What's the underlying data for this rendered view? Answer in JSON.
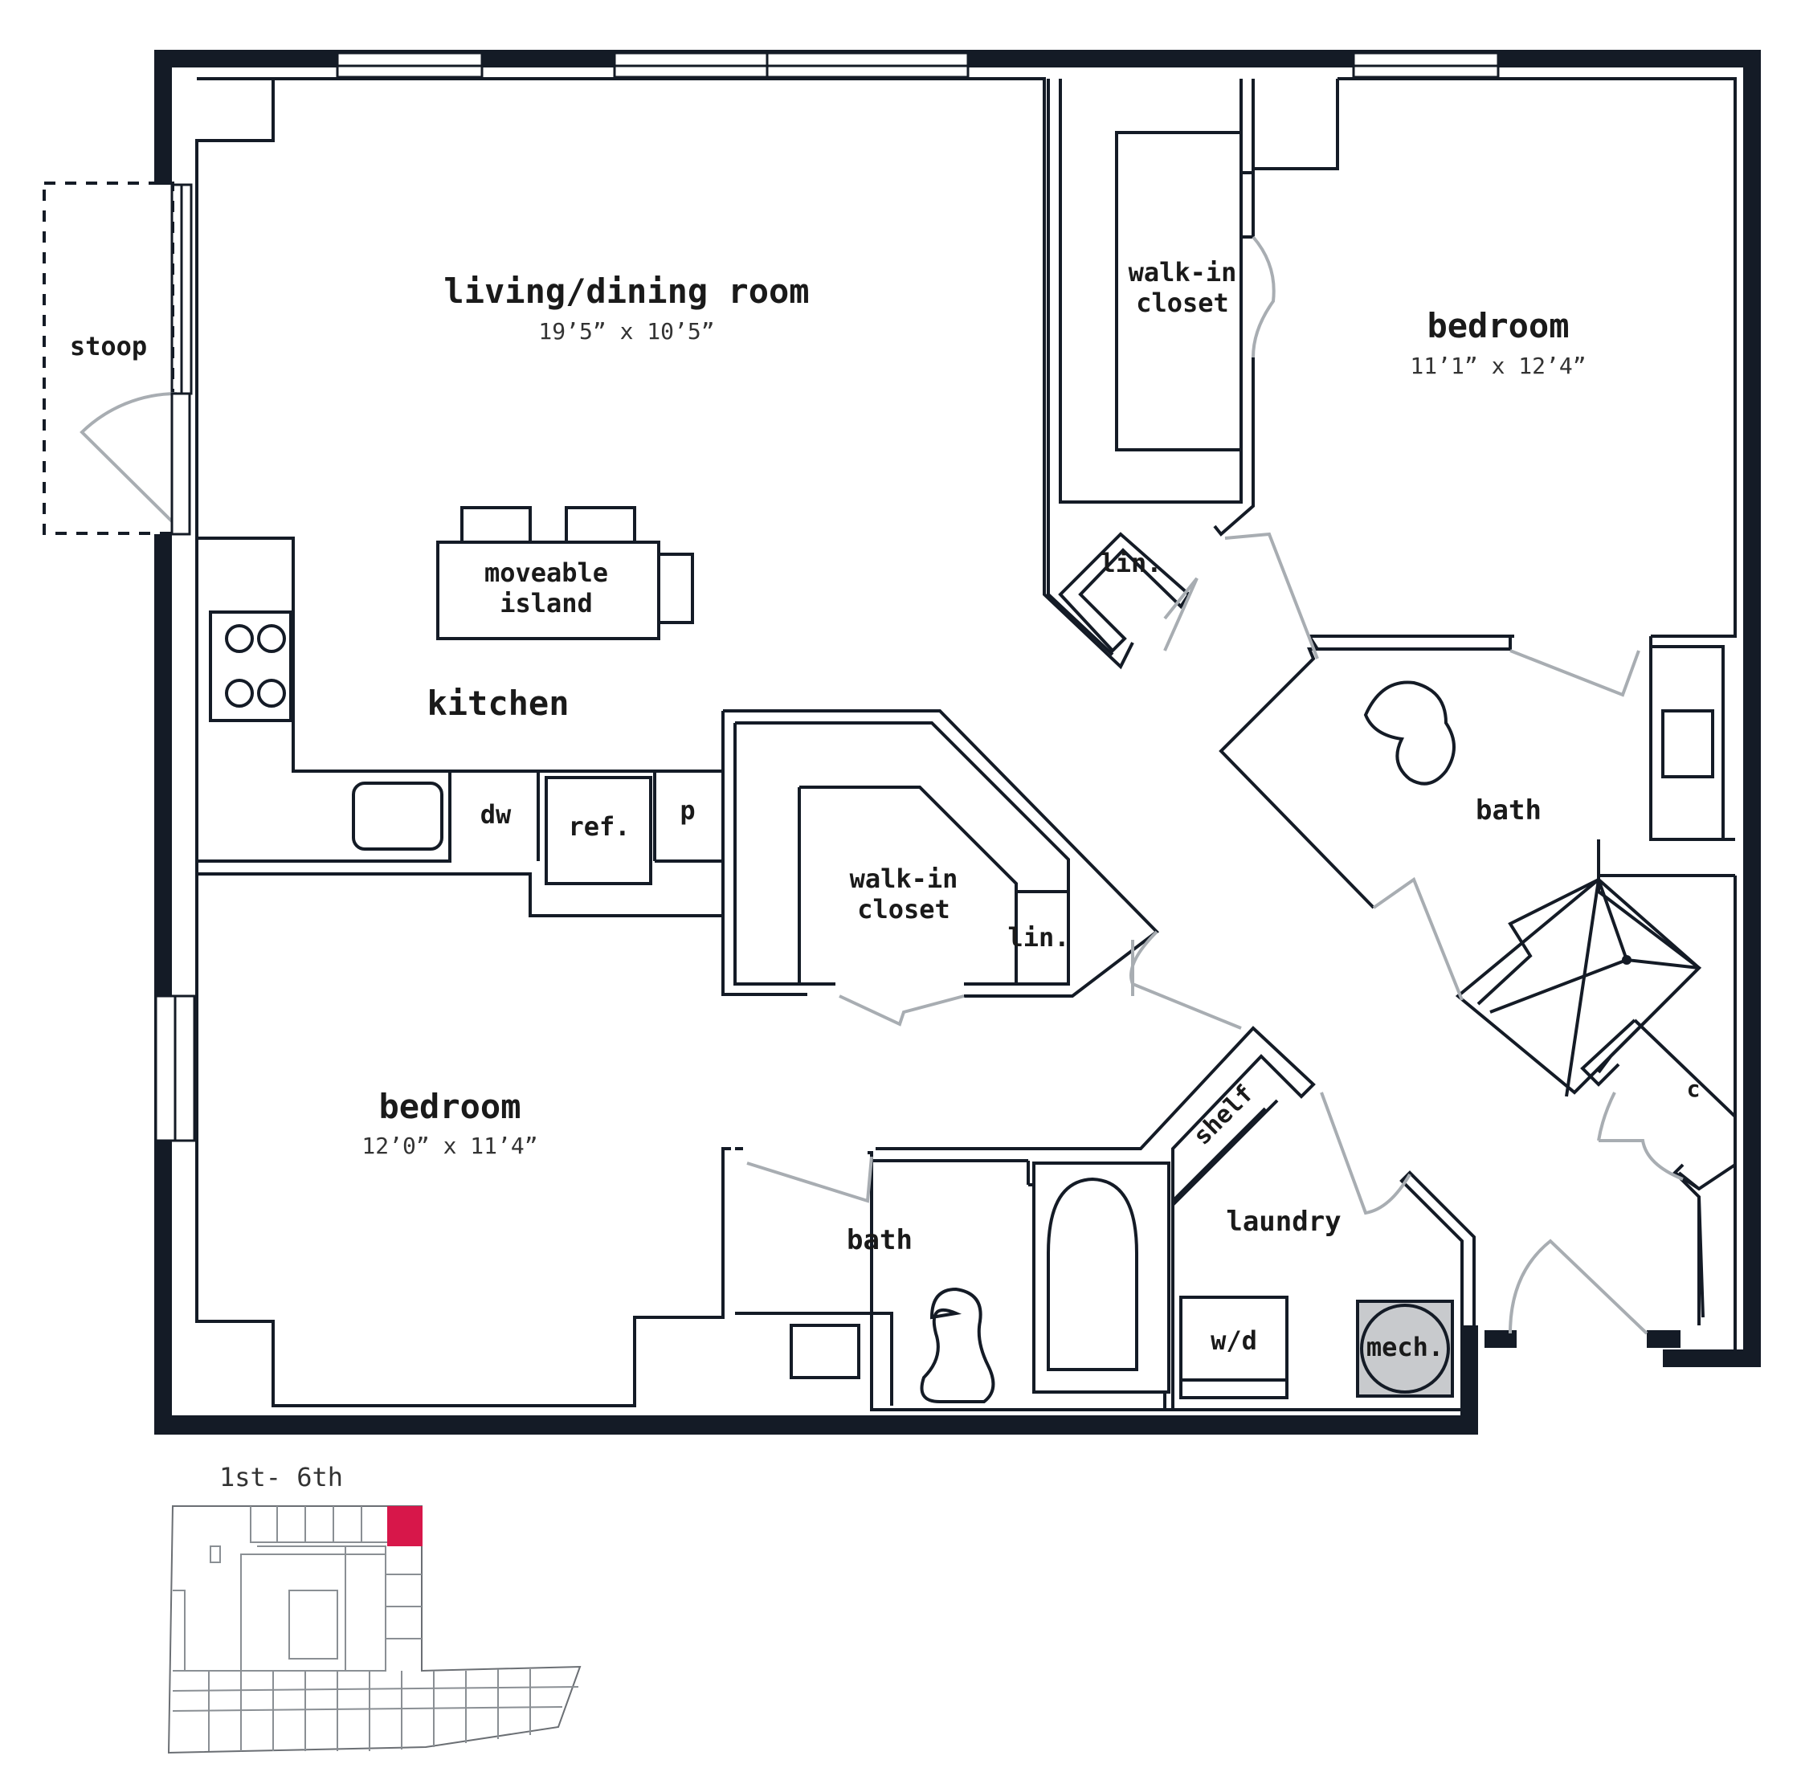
{
  "colors": {
    "wall": "#141b26",
    "door_swing": "#a8adb2",
    "mech_fill": "#c8cacd",
    "unit_highlight": "#d7174a"
  },
  "rooms": {
    "living": {
      "name": "living/dining room",
      "dims": "19’5” x 10’5”"
    },
    "bedroom_right": {
      "name": "bedroom",
      "dims": "11’1” x 12’4”"
    },
    "bedroom_left": {
      "name": "bedroom",
      "dims": "12’0” x 11’4”"
    },
    "kitchen": {
      "name": "kitchen"
    },
    "island": {
      "line1": "moveable",
      "line2": "island"
    },
    "closet_top": {
      "line1": "walk-in",
      "line2": "closet"
    },
    "closet_mid": {
      "line1": "walk-in",
      "line2": "closet"
    },
    "lin_top": "lin.",
    "lin_mid": "lin.",
    "bath_right": "bath",
    "bath_left": "bath",
    "laundry": "laundry",
    "shelf": "shelf",
    "stoop": "stoop",
    "closet_c": "c"
  },
  "fixtures": {
    "dishwasher": "dw",
    "refrigerator": "ref.",
    "pantry": "p",
    "washer_dryer": "w/d",
    "mechanical": "mech."
  },
  "keyplan": {
    "floors": "1st- 6th"
  }
}
